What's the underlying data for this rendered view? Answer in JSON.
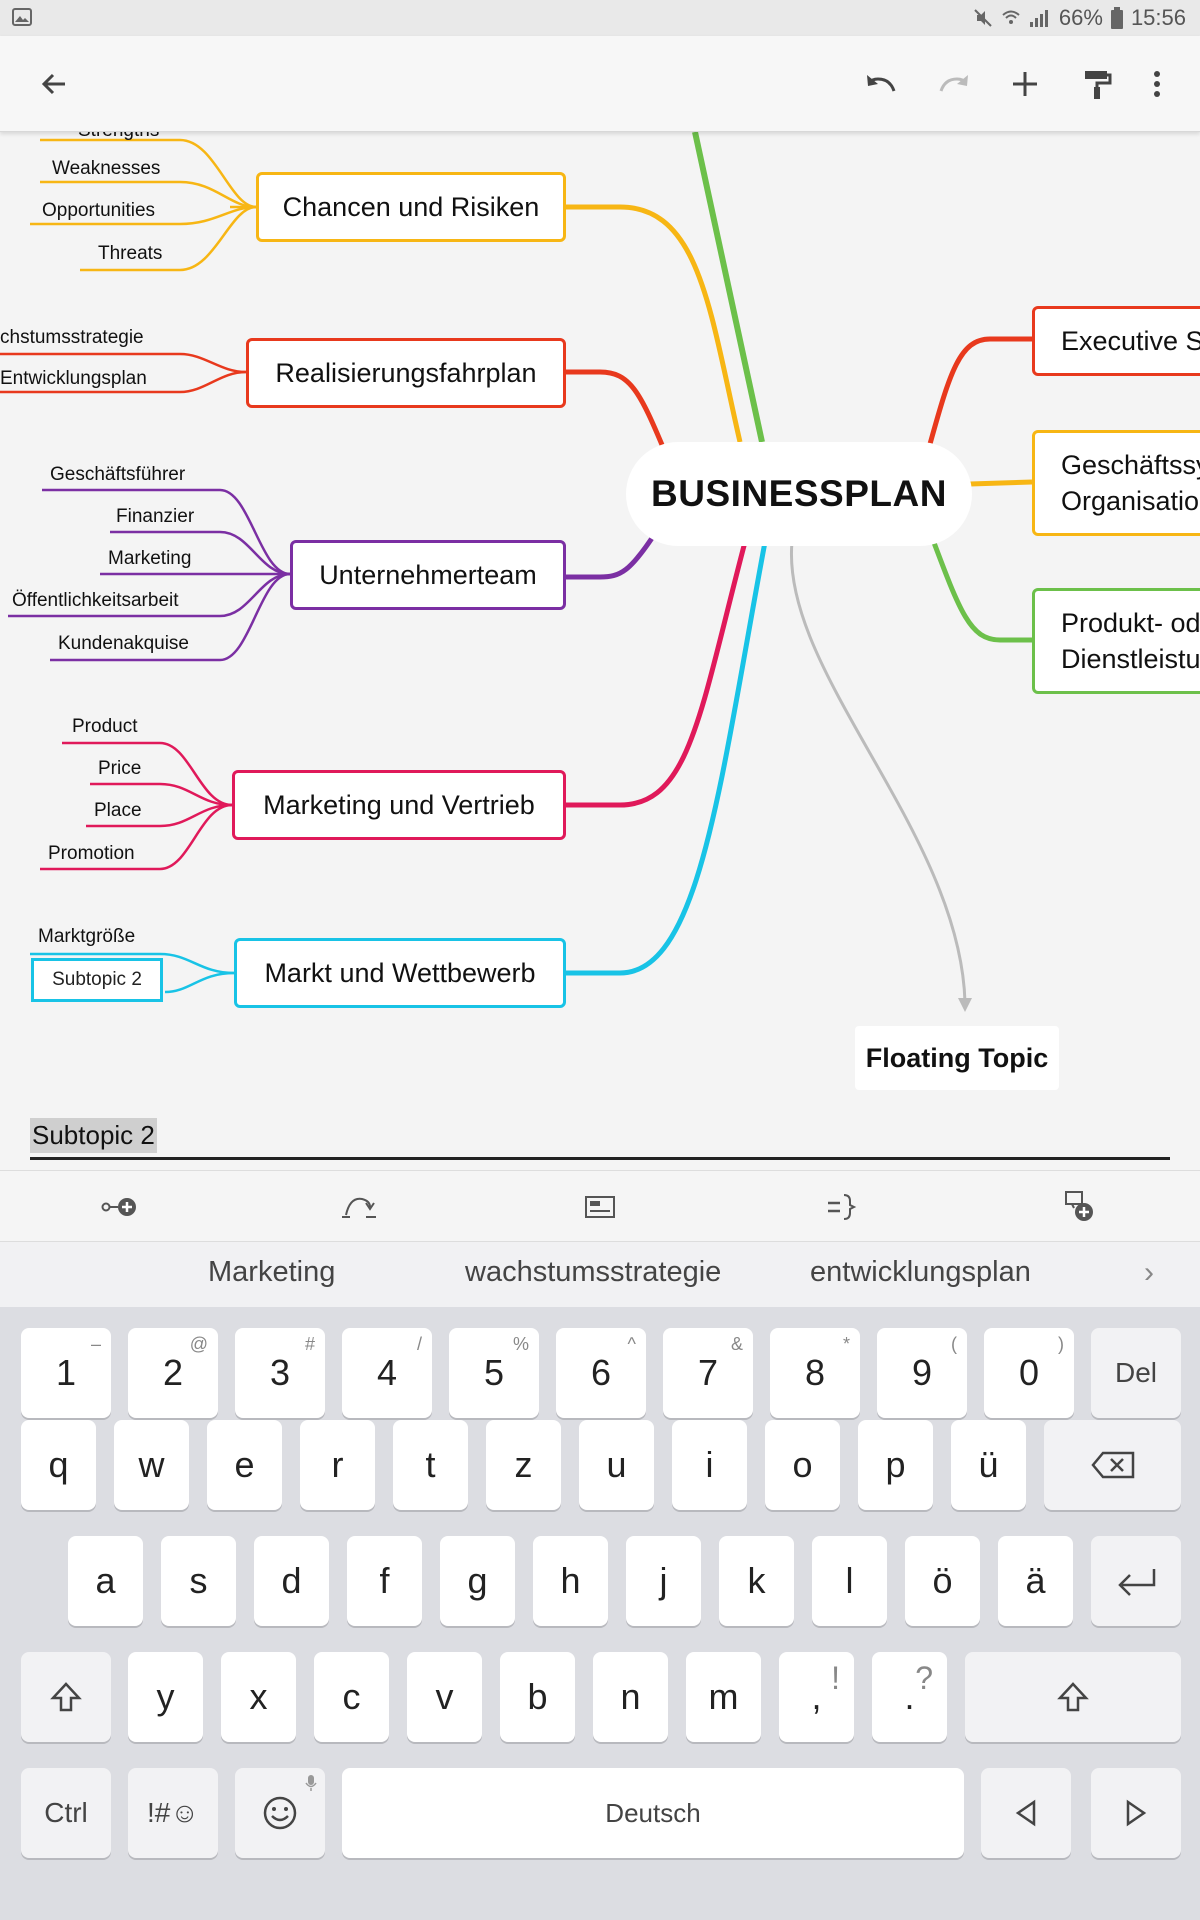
{
  "status": {
    "battery": "66%",
    "time": "15:56"
  },
  "mindmap": {
    "central": "BUSINESSPLAN",
    "floating": "Floating Topic",
    "left_topics": [
      {
        "label": "Chancen und Risiken",
        "color": "#f7b614",
        "subs": [
          "Strengths",
          "Weaknesses",
          "Opportunities",
          "Threats"
        ]
      },
      {
        "label": "Realisierungsfahrplan",
        "color": "#e8391d",
        "subs": [
          "chstumsstrategie",
          "Entwicklungsplan"
        ]
      },
      {
        "label": "Unternehmerteam",
        "color": "#7b2fa3",
        "subs": [
          "Geschäftsführer",
          "Finanzier",
          "Marketing",
          "Öffentlichkeitsarbeit",
          "Kundenakquise"
        ]
      },
      {
        "label": "Marketing und Vertrieb",
        "color": "#e0195a",
        "subs": [
          "Product",
          "Price",
          "Place",
          "Promotion"
        ]
      },
      {
        "label": "Markt und Wettbewerb",
        "color": "#18c3e6",
        "subs": [
          "Marktgröße",
          "Subtopic 2"
        ]
      }
    ],
    "right_topics": [
      {
        "label": "Executive S",
        "color": "#e8391d"
      },
      {
        "label_lines": [
          "Geschäftssy",
          "Organisatio"
        ],
        "color": "#f7b614"
      },
      {
        "label_lines": [
          "Produkt- od",
          "Dienstleistu"
        ],
        "color": "#6cc04a"
      }
    ]
  },
  "edit_field": {
    "value": "Subtopic 2"
  },
  "toolbar_icons": [
    "add-subtopic-icon",
    "add-relationship-icon",
    "insert-label-icon",
    "add-summary-icon",
    "add-floating-topic-icon"
  ],
  "suggestions": [
    "Marketing",
    "wachstumsstrategie",
    "entwicklungsplan"
  ],
  "keyboard": {
    "row1": [
      {
        "k": "1",
        "h": "–"
      },
      {
        "k": "2",
        "h": "@"
      },
      {
        "k": "3",
        "h": "#"
      },
      {
        "k": "4",
        "h": "/"
      },
      {
        "k": "5",
        "h": "%"
      },
      {
        "k": "6",
        "h": "^"
      },
      {
        "k": "7",
        "h": "&"
      },
      {
        "k": "8",
        "h": "*"
      },
      {
        "k": "9",
        "h": "("
      },
      {
        "k": "0",
        "h": ")"
      }
    ],
    "del": "Del",
    "row2": [
      "q",
      "w",
      "e",
      "r",
      "t",
      "z",
      "u",
      "i",
      "o",
      "p",
      "ü"
    ],
    "row3": [
      "a",
      "s",
      "d",
      "f",
      "g",
      "h",
      "j",
      "k",
      "l",
      "ö",
      "ä"
    ],
    "row4": [
      "y",
      "x",
      "c",
      "v",
      "b",
      "n",
      "m"
    ],
    "comma": {
      "k": ",",
      "h": "!"
    },
    "period": {
      "k": ".",
      "h": "?"
    },
    "ctrl": "Ctrl",
    "symbols": "!#☺",
    "space": "Deutsch"
  }
}
